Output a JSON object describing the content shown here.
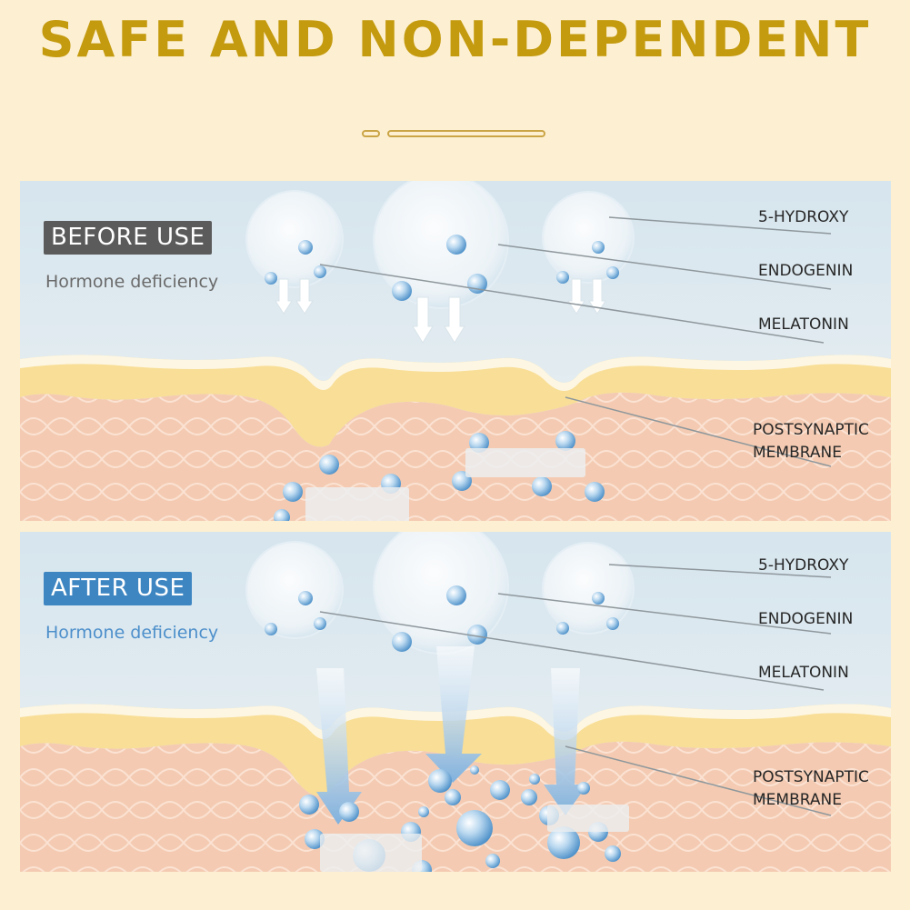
{
  "title": "SAFE AND NON-DEPENDENT",
  "panels": [
    {
      "badge": "BEFORE USE",
      "subtitle": "Hormone deficiency",
      "labels": [
        "5-HYDROXY",
        "ENDOGENIN",
        "MELATONIN",
        "POSTSYNAPTIC",
        "MEMBRANE"
      ]
    },
    {
      "badge": "AFTER USE",
      "subtitle": "Hormone deficiency",
      "labels": [
        "5-HYDROXY",
        "ENDOGENIN",
        "MELATONIN",
        "POSTSYNAPTIC",
        "MEMBRANE"
      ]
    }
  ],
  "colors": {
    "title": "#c49a0e",
    "before_badge": "#5b5b5b",
    "after_badge": "#3e86c2",
    "fluid": "#dde8ee",
    "membrane": "#f7dc92",
    "tissue": "#f3c8b0",
    "molecule": "#7fb3de"
  }
}
